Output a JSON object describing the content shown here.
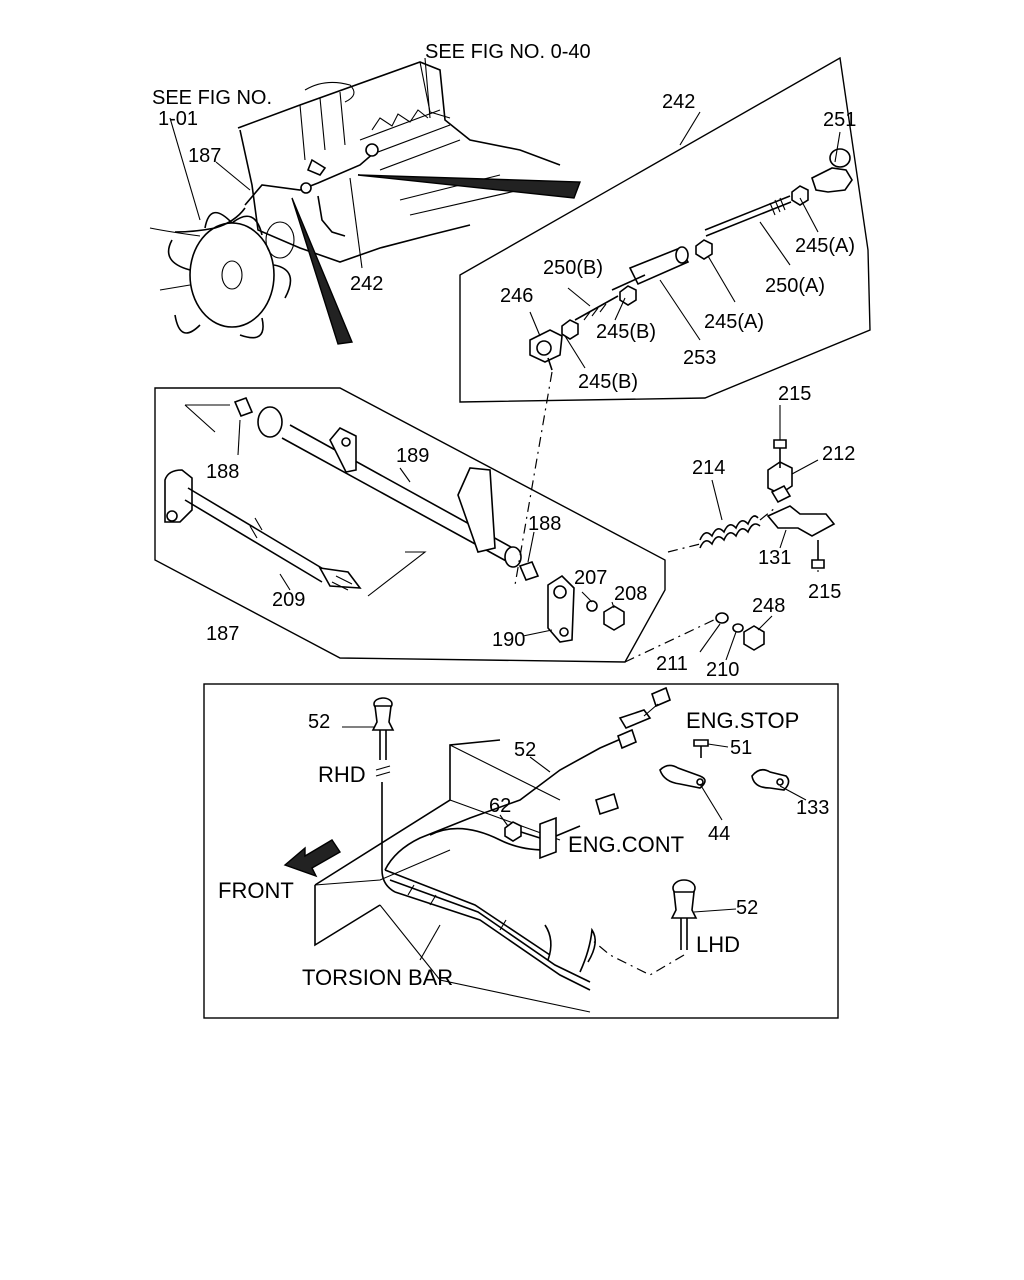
{
  "references": {
    "fig_0_40": "SEE FIG NO. 0-40",
    "fig_1_01_line1": "SEE FIG NO.",
    "fig_1_01_line2": "1-01"
  },
  "part_labels": {
    "p242_top": "242",
    "p242_engine": "242",
    "p251": "251",
    "p245a_right": "245(A)",
    "p250a": "250(A)",
    "p245a_mid": "245(A)",
    "p250b": "250(B)",
    "p246": "246",
    "p245b_upper": "245(B)",
    "p253": "253",
    "p245b_lower": "245(B)",
    "p187_top": "187",
    "p188_left": "188",
    "p189": "189",
    "p188_right": "188",
    "p207": "207",
    "p208": "208",
    "p190": "190",
    "p209": "209",
    "p187_bottom": "187",
    "p215_top": "215",
    "p212": "212",
    "p214": "214",
    "p131": "131",
    "p215_bottom": "215",
    "p248": "248",
    "p211": "211",
    "p210": "210",
    "p52_rhd": "52",
    "p52_mid": "52",
    "p52_lhd": "52",
    "p51": "51",
    "p62": "62",
    "p44": "44",
    "p133": "133"
  },
  "captions": {
    "rhd": "RHD",
    "lhd": "LHD",
    "eng_stop": "ENG.STOP",
    "eng_cont": "ENG.CONT",
    "front": "FRONT",
    "torsion_bar": "TORSION BAR"
  }
}
